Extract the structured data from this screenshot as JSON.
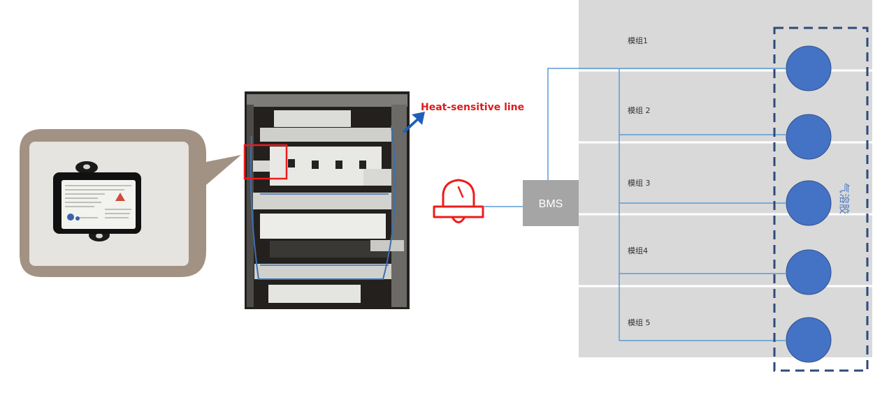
{
  "labels": {
    "heat_sensitive_line": "Heat-sensitive line",
    "bms": "BMS",
    "aerosol": "气溶胶",
    "modules": [
      "模组1",
      "模组 2",
      "模组 3",
      "模组4",
      "模组 5"
    ]
  },
  "colors": {
    "alarm": "#ee1c1c",
    "wire": "#5b9bd5",
    "canister": "#4472c4",
    "panel": "#d9d9d9",
    "bms_box": "#a5a5a5",
    "dashed_border": "#2f4a7a",
    "callout_frame": "#a19283"
  },
  "icons": [
    "alarm-bell-icon",
    "arrow-up-right-icon",
    "thermal-sensor-photo",
    "battery-pack-photo"
  ]
}
